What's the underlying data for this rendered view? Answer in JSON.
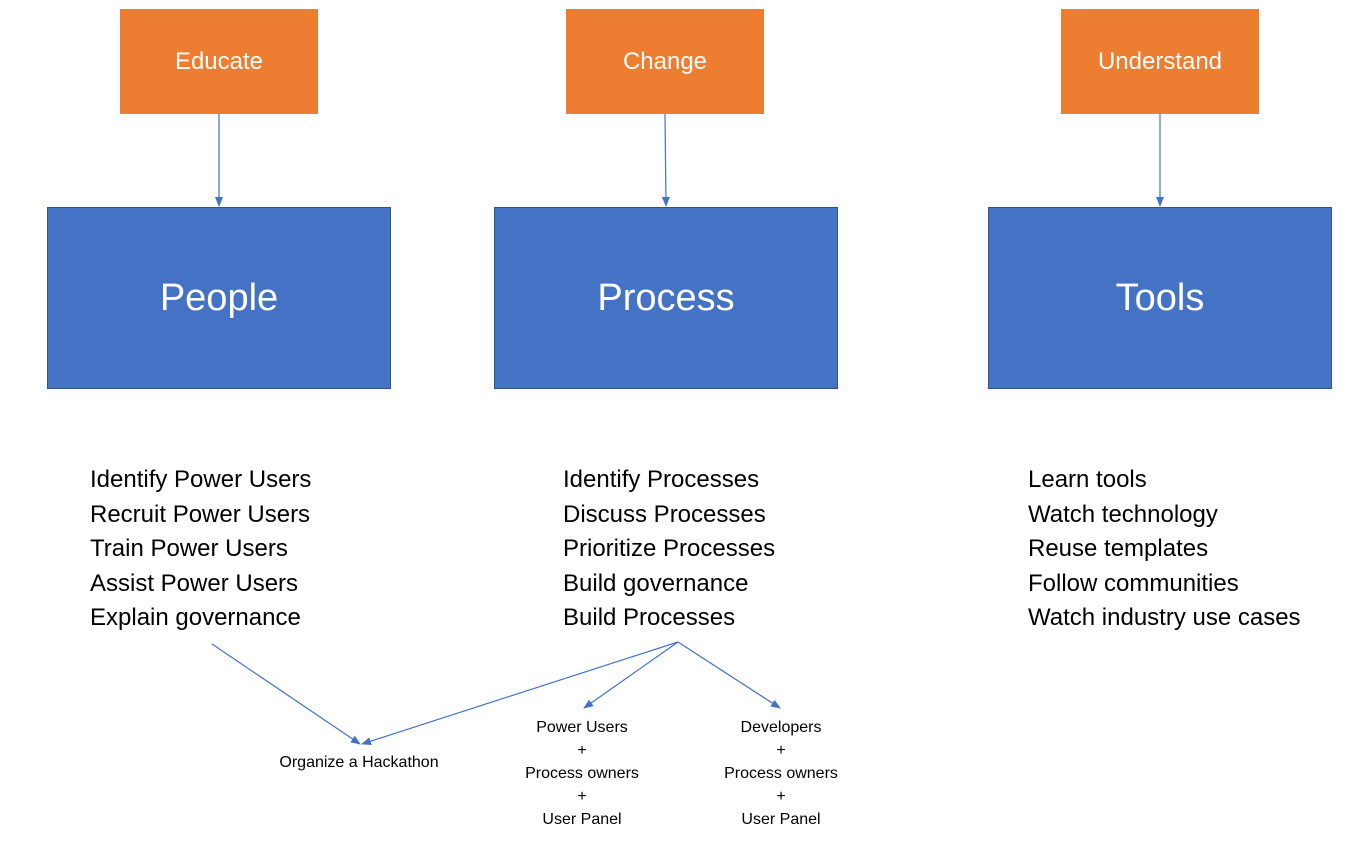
{
  "colors": {
    "verb_fill": "#ED7D31",
    "pillar_fill": "#4472C4",
    "pillar_border": "#2F528F",
    "connector": "#4472C4",
    "text": "#000000"
  },
  "columns": [
    {
      "verb": "Educate",
      "pillar": "People",
      "actions": [
        "Identify Power Users",
        "Recruit Power Users",
        "Train Power Users",
        "Assist Power Users",
        "Explain governance"
      ]
    },
    {
      "verb": "Change",
      "pillar": "Process",
      "actions": [
        "Identify Processes",
        "Discuss Processes",
        "Prioritize Processes",
        "Build governance",
        "Build Processes"
      ]
    },
    {
      "verb": "Understand",
      "pillar": "Tools",
      "actions": [
        "Learn tools",
        "Watch technology",
        "Reuse templates",
        "Follow communities",
        "Watch industry use cases"
      ]
    }
  ],
  "outcomes": {
    "hackathon": "Organize a Hackathon",
    "power_users_group": [
      "Power Users",
      "+",
      "Process owners",
      "+",
      "User Panel"
    ],
    "developers_group": [
      "Developers",
      "+",
      "Process owners",
      "+",
      "User Panel"
    ]
  }
}
